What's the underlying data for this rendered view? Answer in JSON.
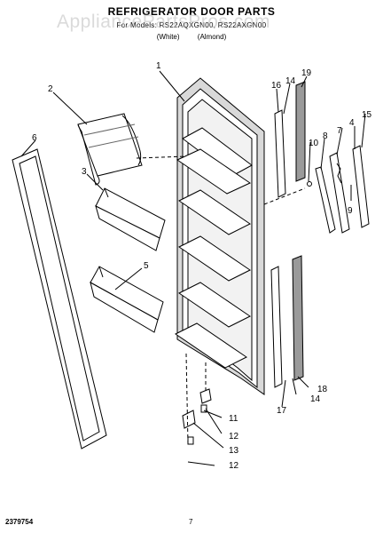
{
  "header": {
    "title": "REFRIGERATOR DOOR PARTS",
    "subtitle_models": "For Models: RS22AQXGN00, RS22AXGN00",
    "color_white": "(White)",
    "color_almond": "(Almond)"
  },
  "watermark": "AppliancePartsPros.com",
  "footer": {
    "doc_number": "2379754",
    "page_number": "7"
  },
  "callouts": [
    "1",
    "2",
    "3",
    "4",
    "5",
    "6",
    "7",
    "8",
    "9",
    "10",
    "11",
    "12",
    "12",
    "13",
    "14",
    "14",
    "15",
    "16",
    "17",
    "18",
    "19"
  ],
  "colors": {
    "line": "#000000",
    "fill": "#ffffff",
    "door_shade": "#d9d9d9",
    "gasket_shade": "#9a9a9a"
  }
}
